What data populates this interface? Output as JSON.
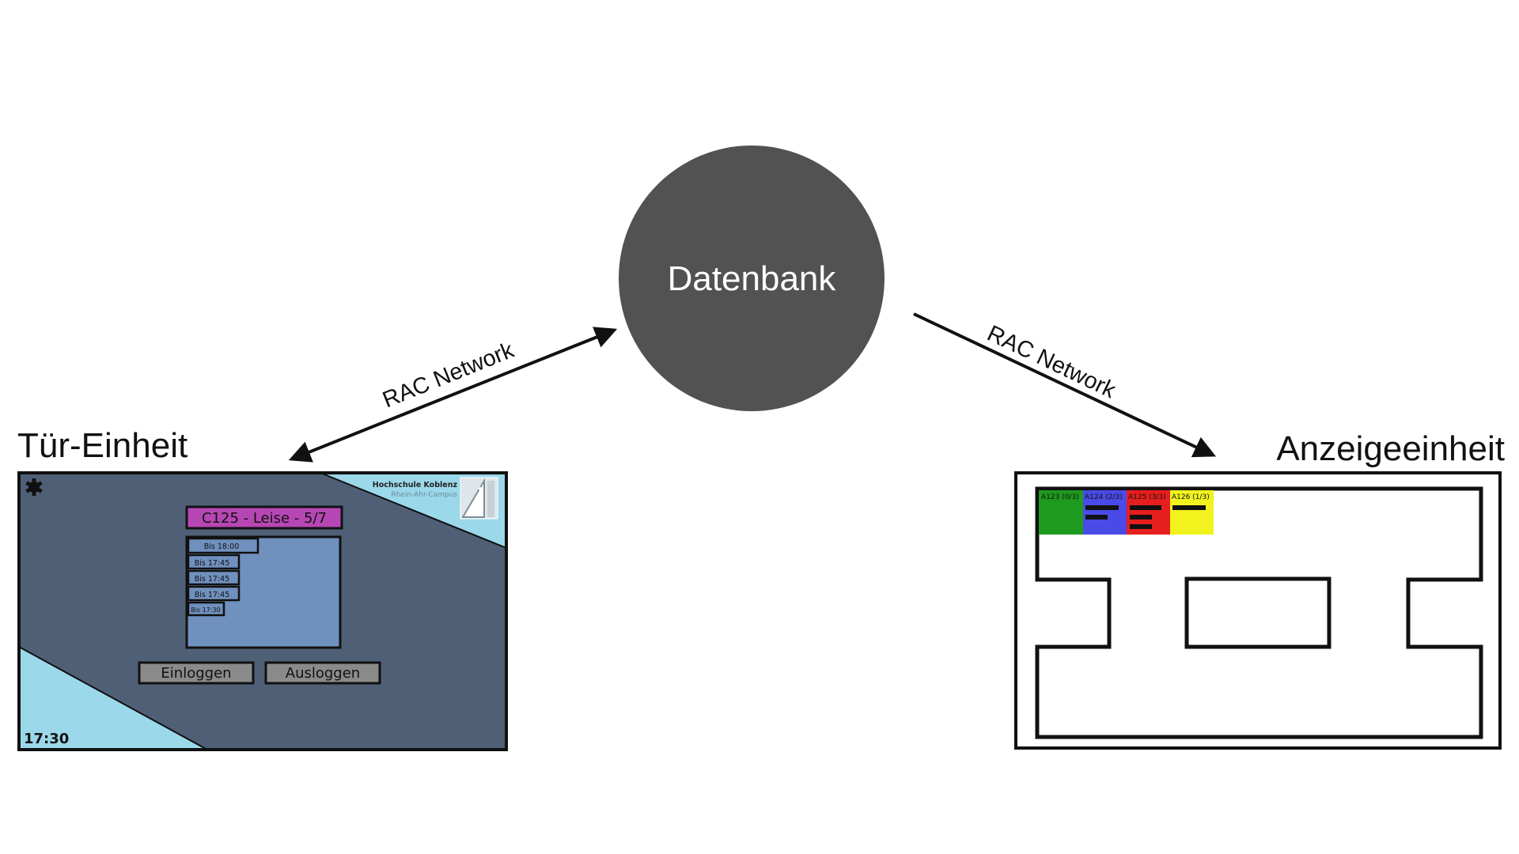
{
  "database": {
    "label": "Datenbank",
    "color": "#525252"
  },
  "connections": {
    "left_label": "RAC Network",
    "right_label": "RAC Network"
  },
  "door_unit": {
    "title": "Tür-Einheit",
    "colors": {
      "background": "#4f6076",
      "accent": "#9bd8ea",
      "panel": "#7090be",
      "room": "#b746b5",
      "button": "#8a8a8a"
    },
    "logo": {
      "line1": "Hochschule Koblenz",
      "line2": "Rhein-Ahr-Campus"
    },
    "room_banner": "C125 - Leise - 5/7",
    "entries": [
      "Bis 18:00",
      "Bis 17:45",
      "Bis 17:45",
      "Bis 17:45",
      "Bis 17:30"
    ],
    "buttons": {
      "login": "Einloggen",
      "logout": "Ausloggen"
    },
    "clock": "17:30",
    "settings_icon": "gear-icon"
  },
  "display_unit": {
    "title": "Anzeigeeinheit",
    "rooms": [
      {
        "label": "A123 (0/3)",
        "color": "#1e9a1e",
        "bars": 0
      },
      {
        "label": "A124 (2/3)",
        "color": "#4a4ae6",
        "bars": 2
      },
      {
        "label": "A125 (3/3)",
        "color": "#e61e1e",
        "bars": 3
      },
      {
        "label": "A126 (1/3)",
        "color": "#f2f21e",
        "bars": 1
      }
    ]
  }
}
